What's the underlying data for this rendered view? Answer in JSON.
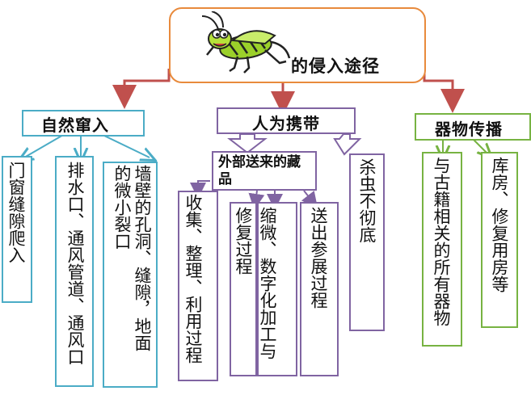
{
  "colors": {
    "orange": "#e88a3c",
    "red_arrow": "#c0504d",
    "blue": "#4bacc6",
    "purple": "#8064a2",
    "green": "#77b342"
  },
  "root": {
    "title": "的侵入途径",
    "icon": "cricket-mascot-icon"
  },
  "cat1": {
    "label": "自然窜入",
    "items": [
      "门窗缝隙爬入",
      "排水口、通风管道、通风口",
      "墙壁的孔洞、缝隙，地面的微小裂口"
    ]
  },
  "cat2": {
    "label": "人为携带",
    "sub_label": "外部送来的藏品",
    "sub_items": [
      "收集、整理、利用过程",
      "修复过程",
      "缩微、数字化加工与",
      "送出参展过程"
    ],
    "side_item": "杀虫不彻底"
  },
  "cat3": {
    "label": "器物传播",
    "items": [
      "与古籍相关的所有器物",
      "库房、修复用房等"
    ]
  }
}
